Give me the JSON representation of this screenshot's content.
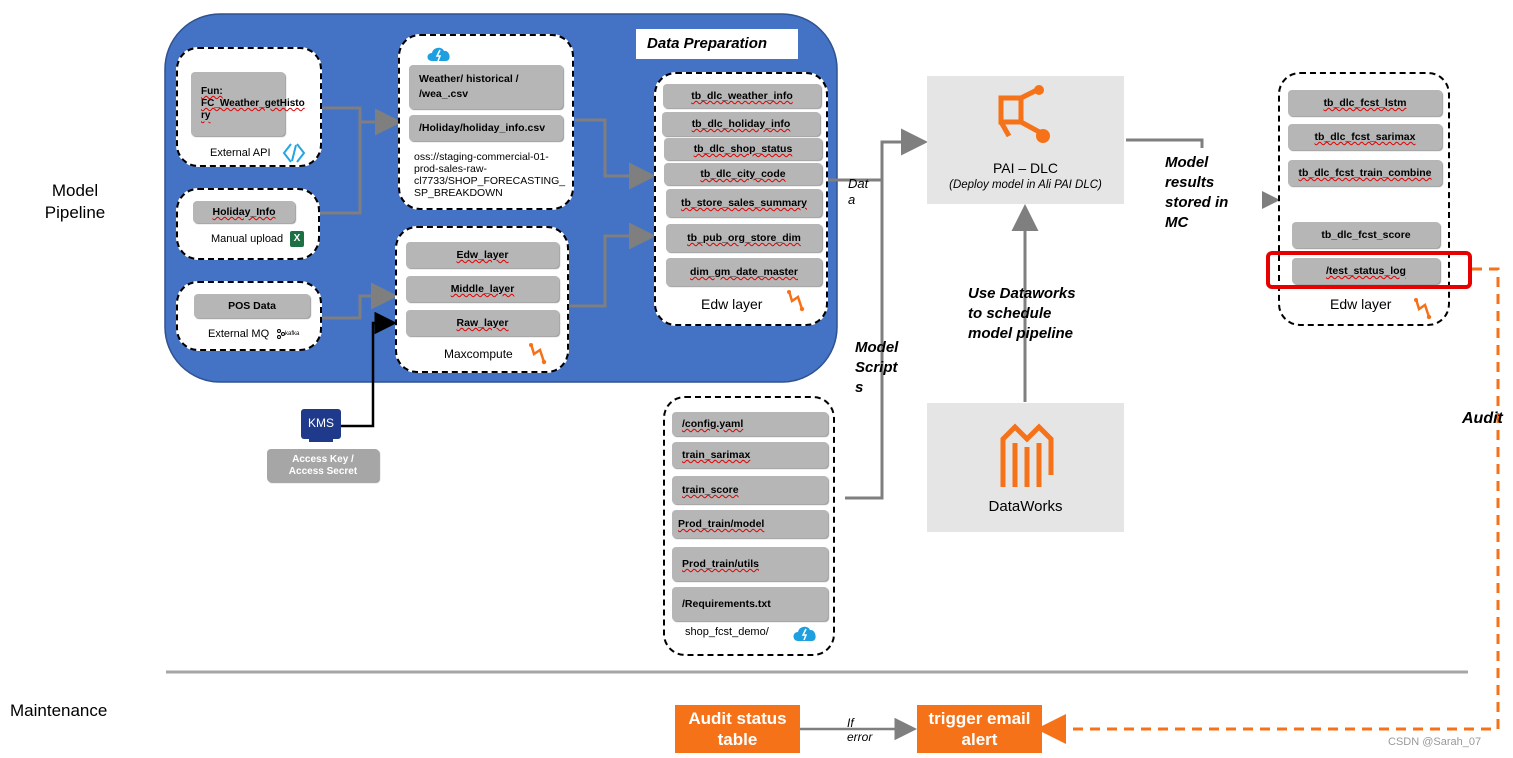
{
  "section_labels": {
    "model_pipeline": "Model\nPipeline",
    "maintenance": "Maintenance"
  },
  "data_preparation": {
    "title": "Data Preparation"
  },
  "sources": {
    "external_api": {
      "box": "Fun:\nFC_Weather_getHisto\nry",
      "caption": "External API"
    },
    "manual_upload": {
      "box": "Holiday_Info",
      "caption": "Manual upload"
    },
    "external_mq": {
      "box": "POS Data",
      "caption": "External MQ",
      "logo": "kafka"
    }
  },
  "oss": {
    "box1": "Weather/ historical /\n/wea_.csv",
    "box2": "/Holiday/holiday_info.csv",
    "path": "oss://staging-commercial-01-\nprod-sales-raw-\ncl7733/SHOP_FORECASTING_\nSP_BREAKDOWN"
  },
  "maxcompute": {
    "layers": [
      "Edw_layer",
      "Middle_layer",
      "Raw_layer"
    ],
    "caption": "Maxcompute"
  },
  "edw_mid": {
    "tables": [
      "tb_dlc_weather_info",
      "tb_dlc_holiday_info",
      "tb_dlc_shop_status",
      "tb_dlc_city_code",
      "tb_store_sales_summary",
      "tb_pub_org_store_dim",
      "dim_gm_date_master"
    ],
    "caption": "Edw layer"
  },
  "kms": {
    "logo": "KMS",
    "caption": "Access Key /\nAccess Secret"
  },
  "scripts": {
    "items": [
      "/config.yaml",
      "train_sarimax",
      "train_score",
      "Prod_train/model",
      "Prod_train/utils",
      "/Requirements.txt"
    ],
    "caption": "shop_fcst_demo/"
  },
  "labels": {
    "data": "Dat\na",
    "model_scripts": "Model\nScript\ns",
    "use_dataworks": "Use Dataworks\nto schedule\nmodel pipeline",
    "model_results": "Model\nresults\nstored in\nMC",
    "audit": "Audit",
    "if_error": "If\nerror"
  },
  "pai": {
    "title": "PAI – DLC",
    "subtitle": "(Deploy model in Ali PAI DLC)"
  },
  "dataworks": {
    "title": "DataWorks"
  },
  "edw_right": {
    "tables": [
      "tb_dlc_fcst_lstm",
      "tb_dlc_fcst_sarimax",
      "tb_dlc_fcst_train_combine",
      "tb_dlc_fcst_score"
    ],
    "highlighted": "/test_status_log",
    "caption": "Edw layer"
  },
  "maintenance": {
    "audit_table": "Audit status\ntable",
    "email_alert": "trigger email\nalert"
  },
  "watermark": "CSDN @Sarah_07",
  "colors": {
    "blue_panel": "#4472c4",
    "orange": "#f57218",
    "grey_box": "#b6b6b6",
    "highlight_red": "#e60000"
  }
}
